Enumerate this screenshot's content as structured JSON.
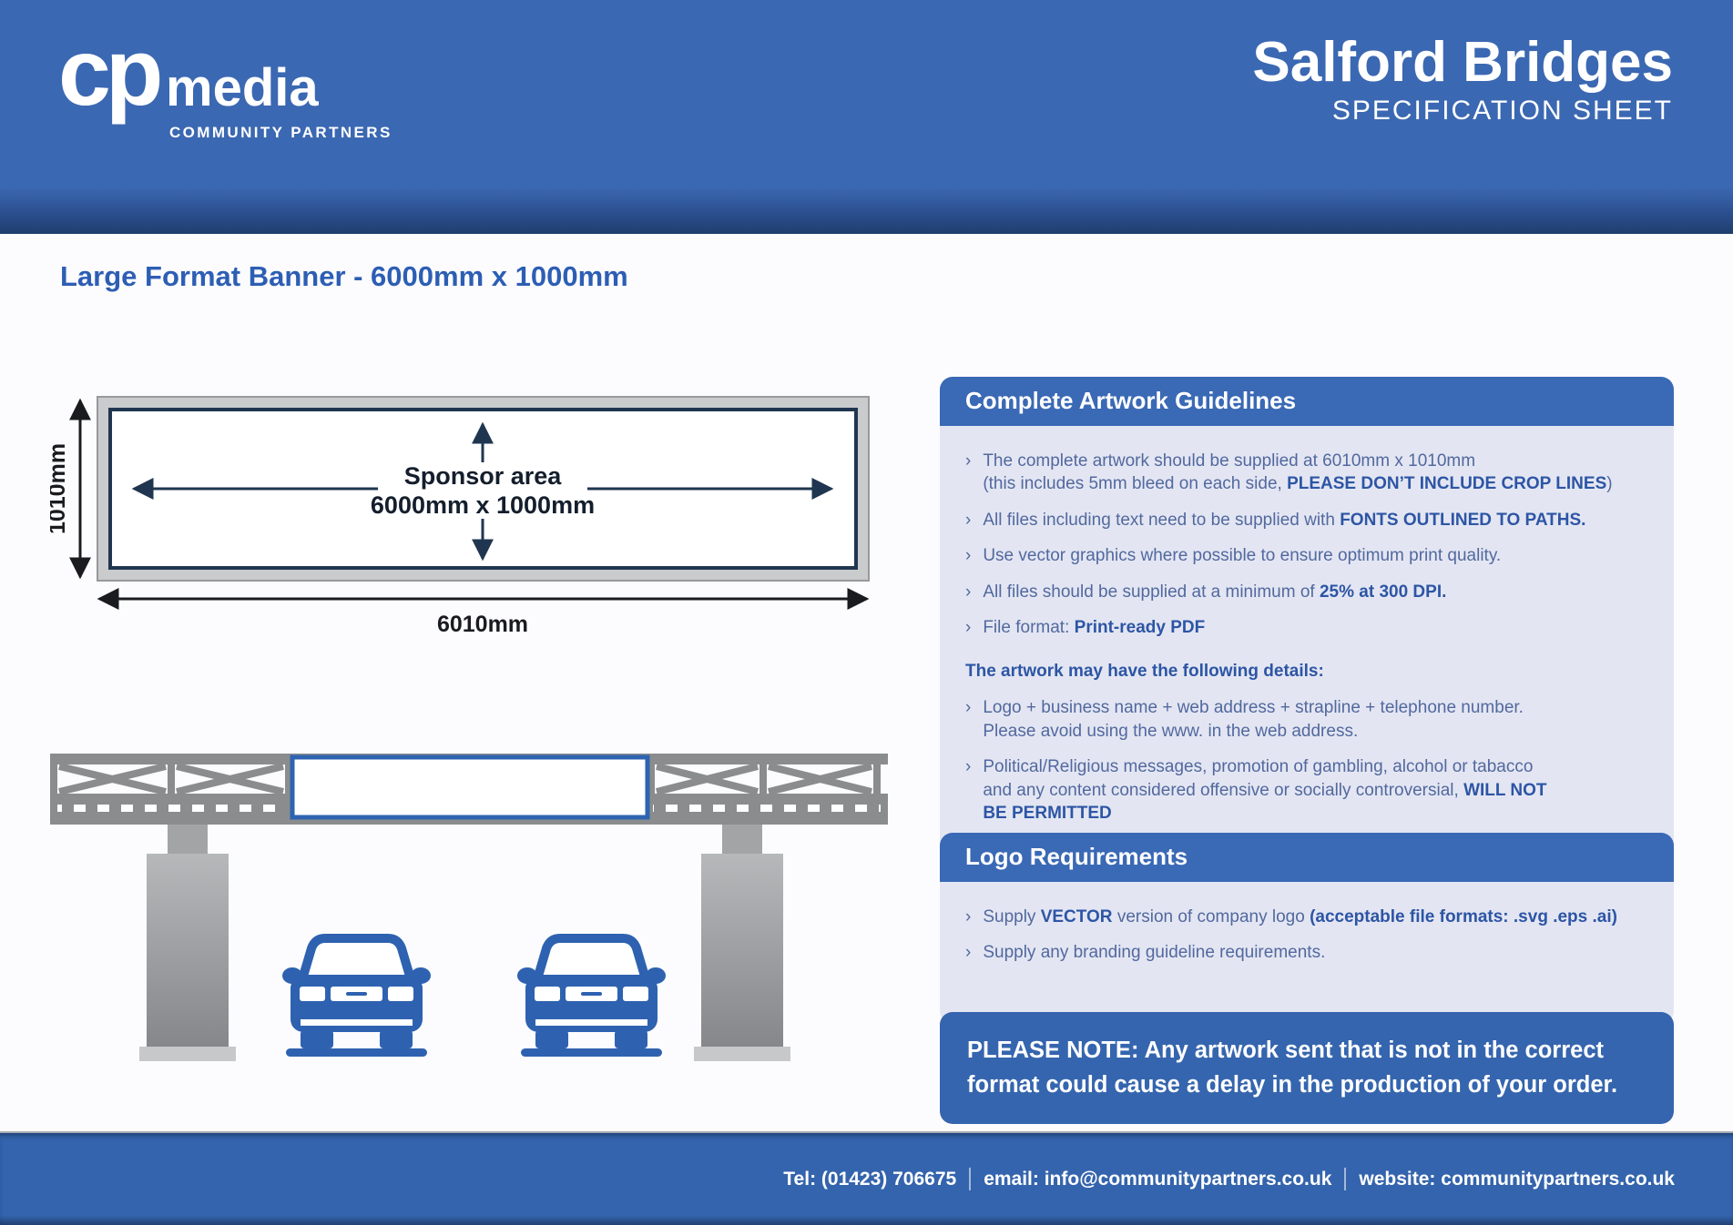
{
  "header": {
    "logo": {
      "cp": "cp",
      "media": "media",
      "tagline": "COMMUNITY PARTNERS"
    },
    "title": "Salford Bridges",
    "subtitle": "SPECIFICATION SHEET"
  },
  "page_heading": "Large Format Banner - 6000mm x 1000mm",
  "diagram": {
    "height_label": "1010mm",
    "width_label": "6010mm",
    "sponsor_line1": "Sponsor area",
    "sponsor_line2": "6000mm x 1000mm"
  },
  "bullet_glyph": "›",
  "panels": {
    "guidelines": {
      "title": "Complete Artwork Guidelines",
      "sections": [
        {
          "type": "bullets",
          "items": [
            [
              {
                "t": "The complete artwork should be supplied at 6010mm x 1010mm\n(this includes 5mm bleed on each side, "
              },
              {
                "t": "PLEASE DON’T INCLUDE CROP LINES",
                "b": true
              },
              {
                "t": ")"
              }
            ],
            [
              {
                "t": "All files including text need to be supplied with "
              },
              {
                "t": "FONTS OUTLINED TO PATHS.",
                "b": true
              }
            ],
            [
              {
                "t": "Use vector graphics where possible to ensure optimum print quality."
              }
            ],
            [
              {
                "t": "All files should be supplied at a minimum of "
              },
              {
                "t": "25% at 300 DPI.",
                "b": true
              }
            ],
            [
              {
                "t": "File format: "
              },
              {
                "t": "Print-ready PDF",
                "b": true
              }
            ]
          ]
        },
        {
          "type": "heading",
          "text": "The artwork may have the following details:"
        },
        {
          "type": "bullets",
          "items": [
            [
              {
                "t": "Logo + business name + web address + strapline + telephone number.\nPlease avoid using the www. in the web address."
              }
            ],
            [
              {
                "t": "Political/Religious messages, promotion of gambling, alcohol or tabacco\nand any content considered offensive or socially controversial, "
              },
              {
                "t": "WILL NOT\nBE PERMITTED",
                "b": true
              }
            ]
          ]
        }
      ]
    },
    "logo_requirements": {
      "title": "Logo Requirements",
      "sections": [
        {
          "type": "bullets",
          "items": [
            [
              {
                "t": "Supply "
              },
              {
                "t": "VECTOR",
                "b": true
              },
              {
                "t": " version of company logo "
              },
              {
                "t": "(acceptable file formats: .svg .eps .ai)",
                "b": true
              }
            ],
            [
              {
                "t": "Supply any branding guideline requirements."
              }
            ]
          ]
        }
      ]
    }
  },
  "note": "PLEASE NOTE: Any artwork sent that is not in the correct format could cause a delay in the production of your order.",
  "footer": {
    "items": [
      {
        "label": "Tel: (01423) 706675"
      },
      {
        "label": "email: info@communitypartners.co.uk"
      },
      {
        "label": "website: communitypartners.co.uk"
      }
    ]
  },
  "colors": {
    "brand_blue": "#3b68b2",
    "dark_navy": "#203e6e",
    "footer_blue": "#3464ad",
    "panel_header_blue": "#3a69b5",
    "panel_body": "#e3e6f2",
    "panel_text": "#52689f",
    "panel_bold_text": "#2d55a5",
    "heading_blue": "#2d5eb4",
    "car_blue": "#2e62b0",
    "bridge_gray": "#8a8c8e",
    "frame_gray": "#c9cbcd",
    "diagram_navy": "#203650"
  }
}
